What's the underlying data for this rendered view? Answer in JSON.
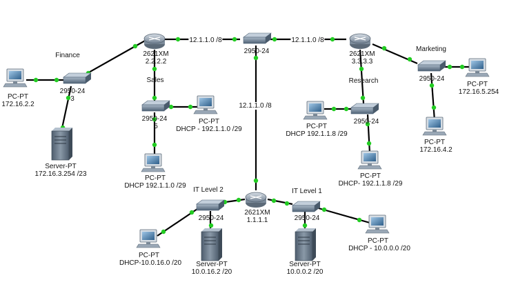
{
  "routers": {
    "r2": {
      "model": "2621XM",
      "ip": "2.2.2.2"
    },
    "r3": {
      "model": "2621XM",
      "ip": "3.3.3.3"
    },
    "r1": {
      "model": "2621XM",
      "ip": "1.1.1.1"
    }
  },
  "switches": {
    "core": {
      "model": "2950-24"
    },
    "finance": {
      "model": "2950-24",
      "port_label": "3"
    },
    "sales": {
      "model": "2950-24",
      "port_label": "5"
    },
    "research": {
      "model": "2950-24"
    },
    "marketing": {
      "model": "2950-24"
    },
    "it2": {
      "model": "2950-24"
    },
    "it1": {
      "model": "2950-24"
    }
  },
  "lan_names": {
    "finance": "Finance",
    "sales": "Sales",
    "research": "Research",
    "marketing": "Marketing",
    "it2": "IT Level 2",
    "it1": "IT Level 1"
  },
  "links": {
    "r2_core": "12.1.1.0 /8",
    "core_r3": "12.1.1.0 /8",
    "core_r1": "12.1.1.0 /8"
  },
  "pcs": {
    "finance": {
      "type": "PC-PT",
      "addr": "172.16.2.2"
    },
    "sales": {
      "type": "PC-PT",
      "addr": "DHCP - 192.1.1.0 /29"
    },
    "sales2": {
      "type": "PC-PT",
      "addr": "DHCP 192.1.1.0 /29"
    },
    "research": {
      "type": "PC-PT",
      "addr": "DHCP 192.1.1.8 /29"
    },
    "research2": {
      "type": "PC-PT",
      "addr": "DHCP- 192.1.1.8 /29"
    },
    "marketing": {
      "type": "PC-PT",
      "addr": "172.16.5.254"
    },
    "marketing2": {
      "type": "PC-PT",
      "addr": "172.16.4.2"
    },
    "it2": {
      "type": "PC-PT",
      "addr": "DHCP-10.0.16.0 /20"
    },
    "it1": {
      "type": "PC-PT",
      "addr": "DHCP - 10.0.0.0 /20"
    }
  },
  "servers": {
    "finance": {
      "type": "Server-PT",
      "addr": "172.16.3.254 /23"
    },
    "it2": {
      "type": "Server-PT",
      "addr": "10.0.16.2 /20"
    },
    "it1": {
      "type": "Server-PT",
      "addr": "10.0.0.2 /20"
    }
  },
  "colors": {
    "link": "#000000",
    "port_up": "#22cc22",
    "router_body": "#7f8e9c",
    "switch_body": "#6d8196",
    "pc_screen": "#4d7fa8",
    "server_body": "#5f6f80"
  }
}
